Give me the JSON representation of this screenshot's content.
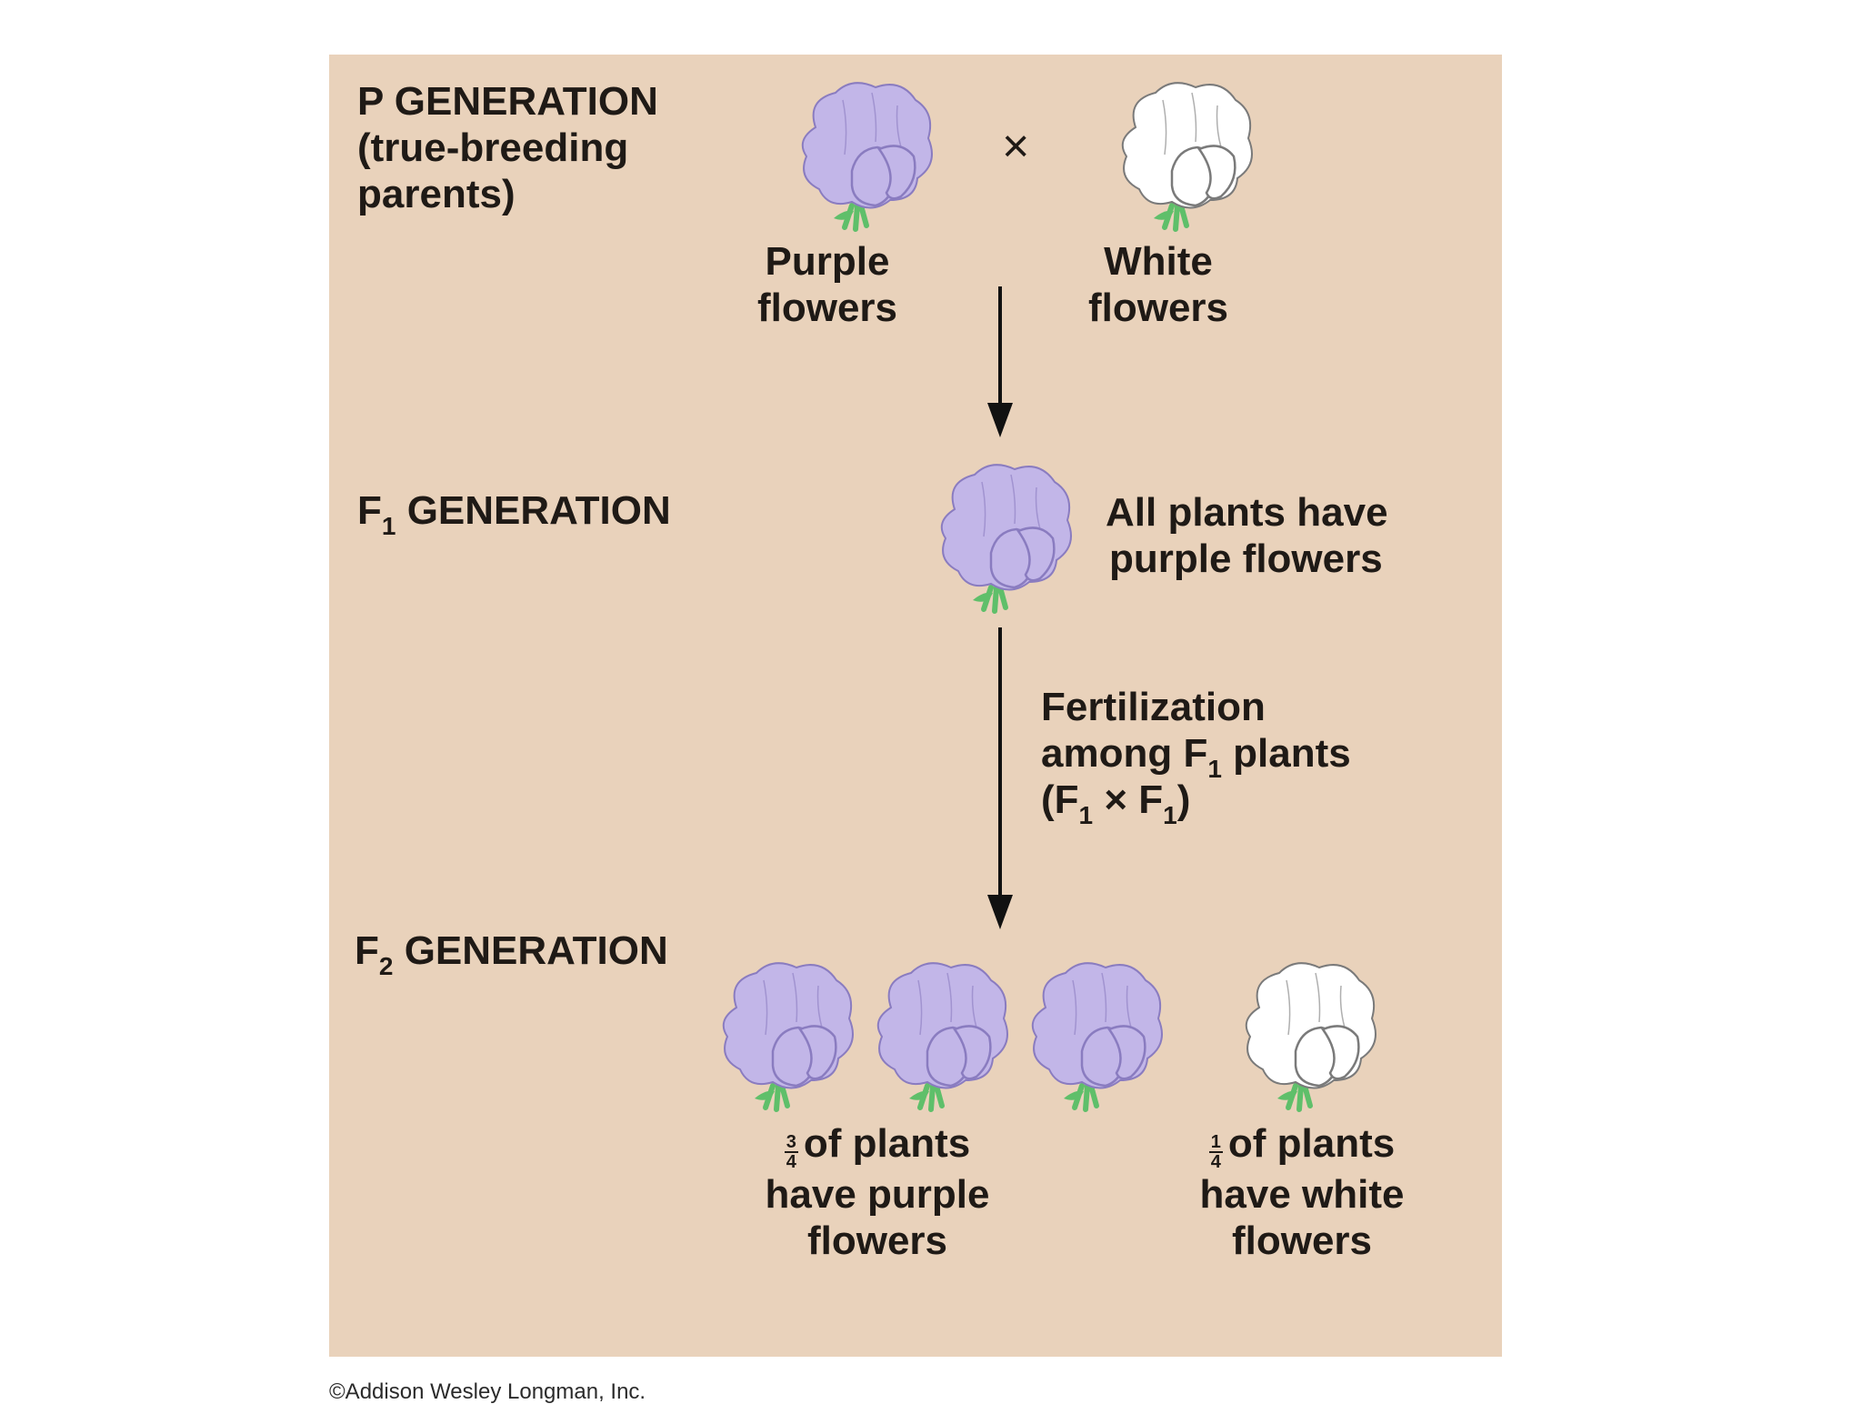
{
  "p_generation": {
    "line1": "P GENERATION",
    "line2": "(true-breeding",
    "line3": "parents)",
    "cross_symbol": "×",
    "purple_label_1": "Purple",
    "purple_label_2": "flowers",
    "white_label_1": "White",
    "white_label_2": "flowers"
  },
  "f1_generation": {
    "letter": "F",
    "sub": "1",
    "word": "GENERATION",
    "caption_1": "All plants have",
    "caption_2": "purple flowers"
  },
  "fertilization": {
    "line1": "Fertilization",
    "line2_pre": "among F",
    "line2_sub": "1",
    "line2_post": "plants",
    "line3_open": "(F",
    "line3_sub1": "1",
    "line3_mid": "× F",
    "line3_sub2": "1",
    "line3_close": ")"
  },
  "f2_generation": {
    "letter": "F",
    "sub": "2",
    "word": "GENERATION",
    "purple_frac_num": "3",
    "purple_frac_den": "4",
    "purple_caption_1": "of plants",
    "purple_caption_2": "have purple",
    "purple_caption_3": "flowers",
    "white_frac_num": "1",
    "white_frac_den": "4",
    "white_caption_1": "of plants",
    "white_caption_2": "have white",
    "white_caption_3": "flowers"
  },
  "credit": "©Addison Wesley Longman, Inc.",
  "colors": {
    "panel": "#e9d2bb",
    "purple_flower": "#c2b6e8",
    "white_flower": "#ffffff",
    "stem": "#5fbf6a",
    "text": "#1f1a16"
  },
  "icons": {
    "purple_flower": "purple-flower-icon",
    "white_flower": "white-flower-icon",
    "arrow": "down-arrow-icon"
  }
}
